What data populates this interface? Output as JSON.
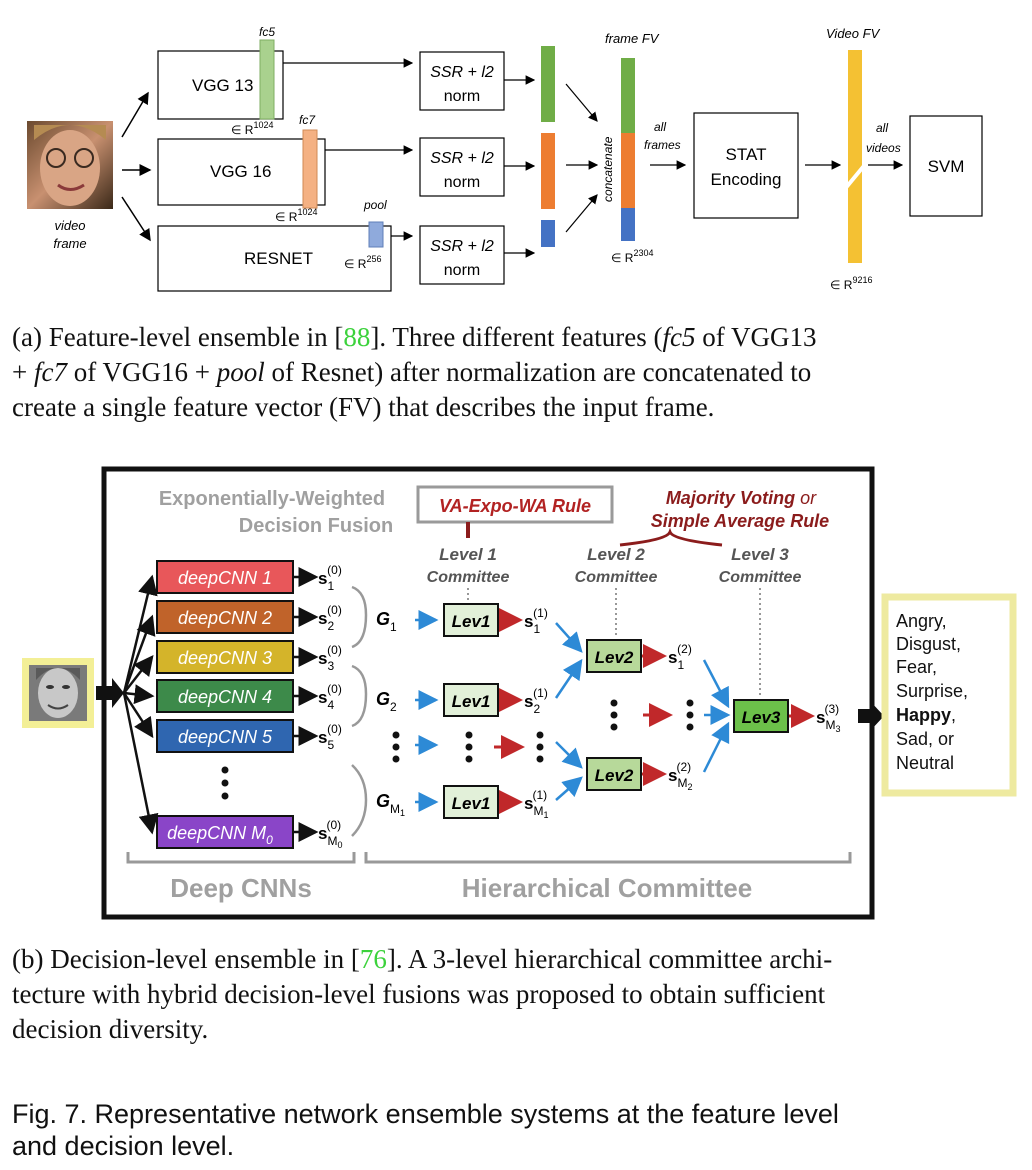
{
  "diagram_a": {
    "input_label_line1": "video",
    "input_label_line2": "frame",
    "networks": [
      "VGG 13",
      "VGG 16",
      "RESNET"
    ],
    "layer_labels": [
      "fc5",
      "fc7",
      "pool"
    ],
    "feature_dims": [
      "∈ R",
      "∈ R",
      "∈ R"
    ],
    "feature_dim_sups": [
      "1024",
      "1024",
      "256"
    ],
    "norm_line1": "SSR + l2",
    "norm_line2": "norm",
    "concat_label": "concatenate",
    "frame_fv_label": "frame FV",
    "frame_fv_dim": "∈ R",
    "frame_fv_sup": "2304",
    "all_frames_line1": "all",
    "all_frames_line2": "frames",
    "stat_line1": "STAT",
    "stat_line2": "Encoding",
    "video_fv_label": "Video FV",
    "video_fv_dim": "∈ R",
    "video_fv_sup": "9216",
    "all_videos_line1": "all",
    "all_videos_line2": "videos",
    "svm_label": "SVM",
    "colors": {
      "green": "#70ad47",
      "orange": "#ed7d31",
      "blue": "#4472c4",
      "yellow": "#f4c133",
      "light_green": "#a9d18e",
      "light_orange": "#f4b183",
      "light_blue": "#8faadc"
    }
  },
  "caption_a": {
    "prefix": "(a) Feature-level ensemble in [",
    "ref": "88",
    "mid1": "]. Three different features (",
    "fc5": "fc5",
    "mid2": " of VGG13",
    "line2_a": "+ ",
    "fc7": "fc7",
    "line2_b": " of VGG16 + ",
    "pool": "pool",
    "line2_c": " of Resnet) after normalization are concatenated to",
    "line3": "create a single feature vector (FV) that describes the input frame."
  },
  "diagram_b": {
    "title_line1": "Exponentially-Weighted",
    "title_line2": "Decision Fusion",
    "rule1": "VA-Expo-WA Rule",
    "rule2_line1_a": "Majority Voting",
    "rule2_line1_b": " or",
    "rule2_line2": "Simple Average Rule",
    "level1_line1": "Level 1",
    "level1_line2": "Committee",
    "level2_line1": "Level 2",
    "level2_line2": "Committee",
    "level3_line1": "Level 3",
    "level3_line2": "Committee",
    "cnns": [
      {
        "label": "deepCNN 1",
        "color": "#e8575a"
      },
      {
        "label": "deepCNN 2",
        "color": "#c0632a"
      },
      {
        "label": "deepCNN 3",
        "color": "#d4b42a"
      },
      {
        "label": "deepCNN 4",
        "color": "#3d8a4a"
      },
      {
        "label": "deepCNN 5",
        "color": "#2f66b0"
      }
    ],
    "cnn_last": {
      "label": "deepCNN M",
      "sub": "0",
      "color": "#8a45c8"
    },
    "scores0": [
      "1",
      "2",
      "3",
      "4",
      "5"
    ],
    "g_labels": [
      "G",
      "G",
      "G"
    ],
    "g_subs": [
      "1",
      "2",
      "M"
    ],
    "lev1": "Lev1",
    "lev2": "Lev2",
    "lev3": "Lev3",
    "outputs_before": [
      "Angry,",
      "Disgust,",
      "Fear,",
      "Surprise,"
    ],
    "output_bold": "Happy",
    "output_bold_after": ",",
    "outputs_after": [
      "Sad, or",
      "Neutral"
    ],
    "group1": "Deep CNNs",
    "group2": "Hierarchical Committee"
  },
  "caption_b": {
    "prefix": "(b) Decision-level ensemble in [",
    "ref": "76",
    "rest1": "]. A 3-level hierarchical committee archi-",
    "line2": "tecture with hybrid decision-level fusions was proposed to obtain sufficient",
    "line3": "decision diversity."
  },
  "figure_caption": {
    "line1": "Fig. 7. Representative network ensemble systems at the feature level",
    "line2": "and decision level."
  }
}
